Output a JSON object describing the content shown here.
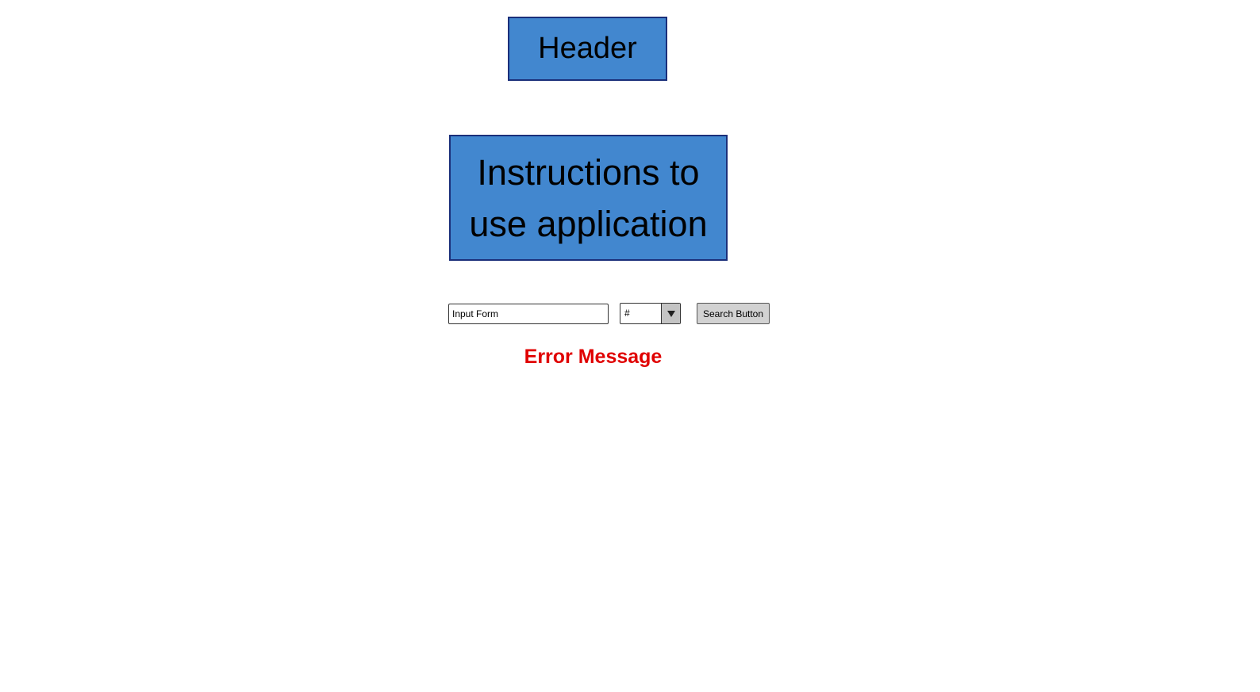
{
  "header": {
    "label": "Header"
  },
  "instructions": {
    "label": "Instructions to use application"
  },
  "form": {
    "input_placeholder": "Input Form",
    "select_value": "#",
    "search_label": "Search Button"
  },
  "error": {
    "message": "Error Message"
  },
  "colors": {
    "box_fill": "#4287cf",
    "box_border": "#1b2f7a",
    "error_text": "#e00000",
    "button_fill": "#d2d2d2"
  },
  "icons": {
    "select_arrow": "chevron-down-icon"
  }
}
